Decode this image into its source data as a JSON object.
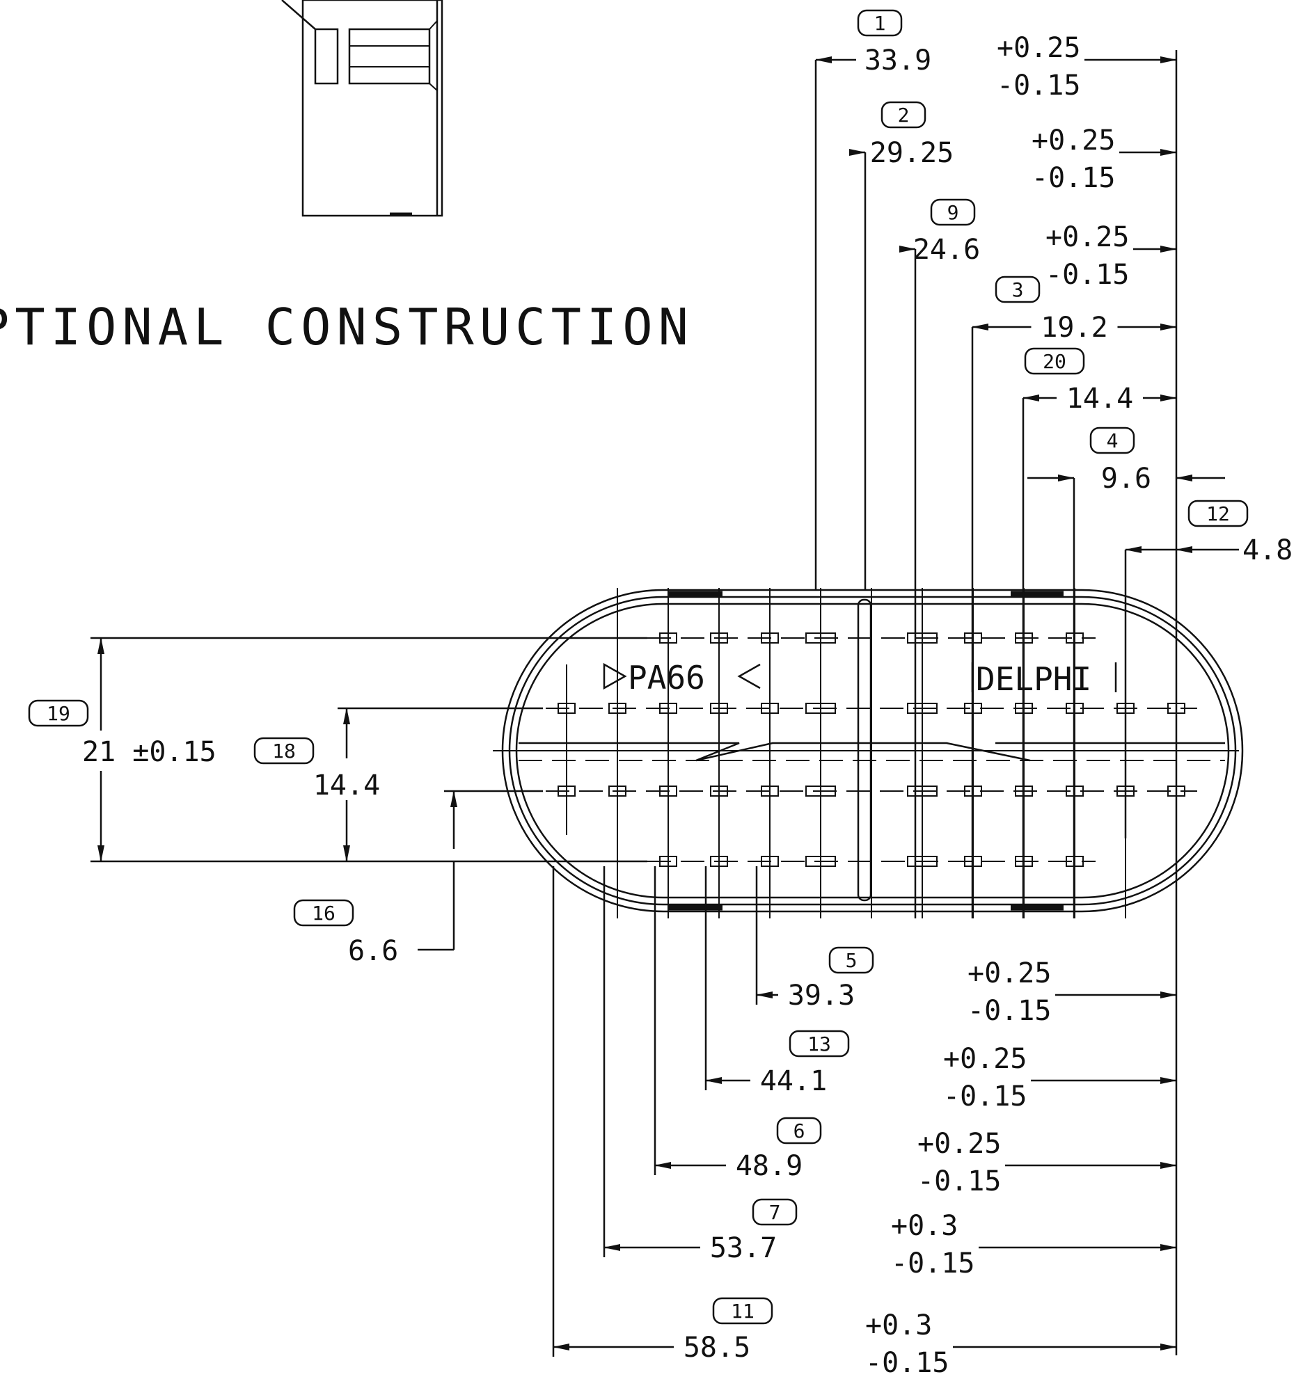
{
  "drawing": {
    "view_title": "PTIONAL CONSTRUCTION",
    "mold_mark_material": "PA66",
    "mold_mark_brand": "DELPHI"
  },
  "dimensions": [
    {
      "tag": "1",
      "value": "33.9",
      "tol_plus": "+0.25",
      "tol_minus": "-0.15"
    },
    {
      "tag": "2",
      "value": "29.25",
      "tol_plus": "+0.25",
      "tol_minus": "-0.15"
    },
    {
      "tag": "9",
      "value": "24.6",
      "tol_plus": "+0.25",
      "tol_minus": "-0.15"
    },
    {
      "tag": "3",
      "value": "19.2"
    },
    {
      "tag": "20",
      "value": "14.4"
    },
    {
      "tag": "4",
      "value": "9.6"
    },
    {
      "tag": "12",
      "value": "4.8"
    },
    {
      "tag": "19",
      "value": "21 ±0.15"
    },
    {
      "tag": "18",
      "value": "14.4"
    },
    {
      "tag": "16",
      "value": "6.6"
    },
    {
      "tag": "5",
      "value": "39.3",
      "tol_plus": "+0.25",
      "tol_minus": "-0.15"
    },
    {
      "tag": "13",
      "value": "44.1",
      "tol_plus": "+0.25",
      "tol_minus": "-0.15"
    },
    {
      "tag": "6",
      "value": "48.9",
      "tol_plus": "+0.25",
      "tol_minus": "-0.15"
    },
    {
      "tag": "7",
      "value": "53.7",
      "tol_plus": "+0.3",
      "tol_minus": "-0.15"
    },
    {
      "tag": "11",
      "value": "58.5",
      "tol_plus": "+0.3",
      "tol_minus": "-0.15"
    }
  ],
  "colors": {
    "ink": "#111111",
    "paper": "#ffffff"
  }
}
